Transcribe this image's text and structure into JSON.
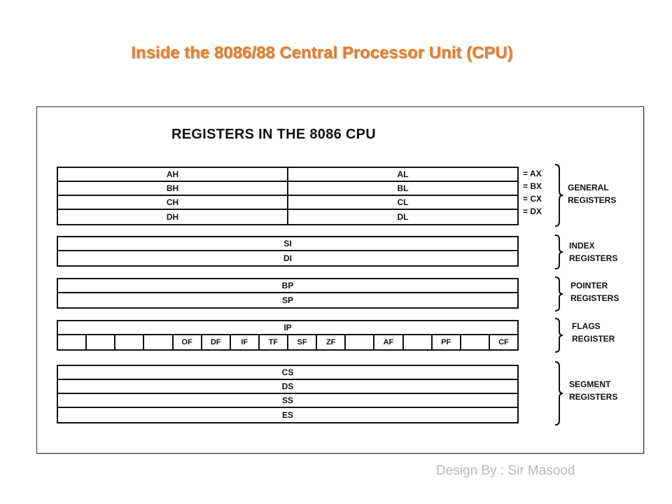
{
  "slide": {
    "title": "Inside the 8086/88 Central Processor Unit (CPU)",
    "footer": "Design By : Sir Masood"
  },
  "diagram": {
    "title": "REGISTERS IN THE 8086 CPU",
    "general": {
      "rows": [
        {
          "high": "AH",
          "low": "AL",
          "eq": "= AX"
        },
        {
          "high": "BH",
          "low": "BL",
          "eq": "= BX"
        },
        {
          "high": "CH",
          "low": "CL",
          "eq": "= CX"
        },
        {
          "high": "DH",
          "low": "DL",
          "eq": "= DX"
        }
      ],
      "label_line1": "GENERAL",
      "label_line2": "REGISTERS"
    },
    "index": {
      "rows": [
        "SI",
        "DI"
      ],
      "label_line1": "INDEX",
      "label_line2": "REGISTERS"
    },
    "pointer": {
      "rows": [
        "BP",
        "SP"
      ],
      "label_line1": "POINTER",
      "label_line2": "REGISTERS"
    },
    "flags": {
      "ip": "IP",
      "bits": [
        "",
        "",
        "",
        "",
        "OF",
        "DF",
        "IF",
        "TF",
        "SF",
        "ZF",
        "",
        "AF",
        "",
        "PF",
        "",
        "CF"
      ],
      "label_line1": "FLAGS",
      "label_line2": "REGISTER"
    },
    "segment": {
      "rows": [
        "CS",
        "DS",
        "SS",
        "ES"
      ],
      "label_line1": "SEGMENT",
      "label_line2": "REGISTERS"
    }
  }
}
